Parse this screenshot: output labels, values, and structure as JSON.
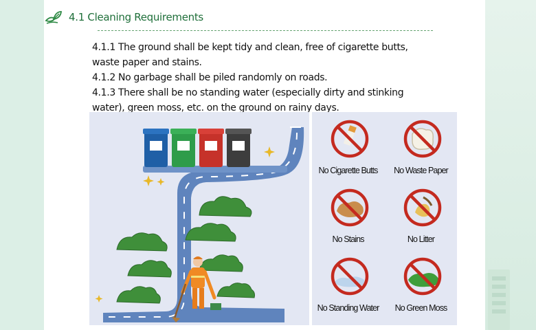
{
  "section": {
    "title": "4.1 Cleaning Requirements",
    "icon": "leaf-hands-icon"
  },
  "requirements": [
    "4.1.1 The ground shall be kept tidy and clean, free of cigarette butts, waste paper and stains.",
    "4.1.2 No garbage shall be piled randomly on roads.",
    "4.1.3 There shall be no standing water (especially dirty and stinking water), green moss, etc. on the ground on rainy days."
  ],
  "illustration": {
    "bins": [
      "recycle-bin-blue",
      "kitchen-bin-green",
      "hazardous-bin-red",
      "other-bin-gray"
    ]
  },
  "signs": [
    {
      "label": "No Cigarette Butts",
      "icon": "cigarette-icon"
    },
    {
      "label": "No Waste Paper",
      "icon": "waste-paper-icon"
    },
    {
      "label": "No Stains",
      "icon": "stain-icon"
    },
    {
      "label": "No Litter",
      "icon": "litter-icon"
    },
    {
      "label": "No Standing Water",
      "icon": "water-icon"
    },
    {
      "label": "No Green Moss",
      "icon": "moss-icon"
    }
  ],
  "colors": {
    "title_green": "#1f6f3a",
    "prohibit_red": "#c42a1f",
    "panel_bg": "#e3e7f3",
    "road_blue": "#5f84bd"
  }
}
